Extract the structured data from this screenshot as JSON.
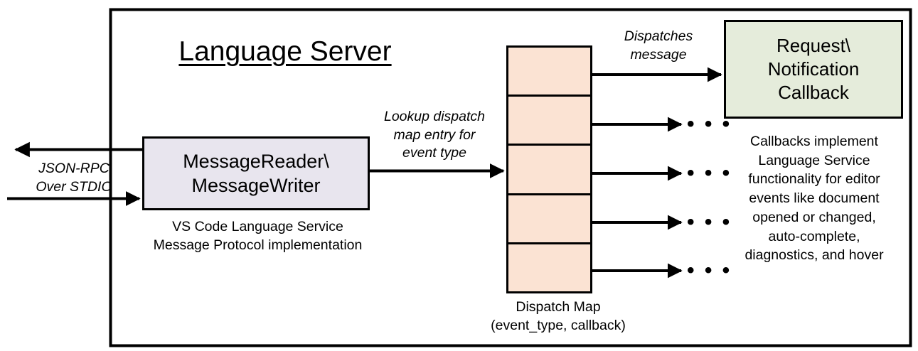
{
  "diagram": {
    "title": "Language Server",
    "frame": {
      "label": "language-server-boundary"
    },
    "external_io": {
      "label": "JSON-RPC\nOver STDIO",
      "outgoing_arrow": "arrow-out-left",
      "incoming_arrow": "arrow-in-right"
    },
    "message_box": {
      "title": "MessageReader\\\nMessageWriter",
      "caption": "VS Code Language Service\nMessage Protocol implementation",
      "fill": "#e8e5ee",
      "stroke": "#000000"
    },
    "lookup_arrow": {
      "label": "Lookup dispatch\nmap entry for\nevent type"
    },
    "dispatch_map": {
      "caption": "Dispatch Map\n(event_type, callback)",
      "fill": "#fbe3d3",
      "stroke": "#000000",
      "rows": [
        {
          "index": 1,
          "dot": "entry-dot",
          "target": "callback-box"
        },
        {
          "index": 2,
          "dot": "entry-dot",
          "target": "ellipsis"
        },
        {
          "index": 3,
          "dot": "entry-dot",
          "target": "ellipsis"
        },
        {
          "index": 4,
          "dot": "entry-dot",
          "target": "ellipsis"
        },
        {
          "index": 5,
          "dot": "entry-dot",
          "target": "ellipsis"
        }
      ],
      "ellipsis": "• • •"
    },
    "dispatch_arrow": {
      "label": "Dispatches\nmessage"
    },
    "callback_box": {
      "title": "Request\\\nNotification\nCallback",
      "caption": "Callbacks implement\nLanguage Service\nfunctionality for editor\nevents like document\nopened or changed,\nauto-complete,\ndiagnostics, and hover",
      "fill": "#e5ecdb",
      "stroke": "#000000"
    }
  }
}
